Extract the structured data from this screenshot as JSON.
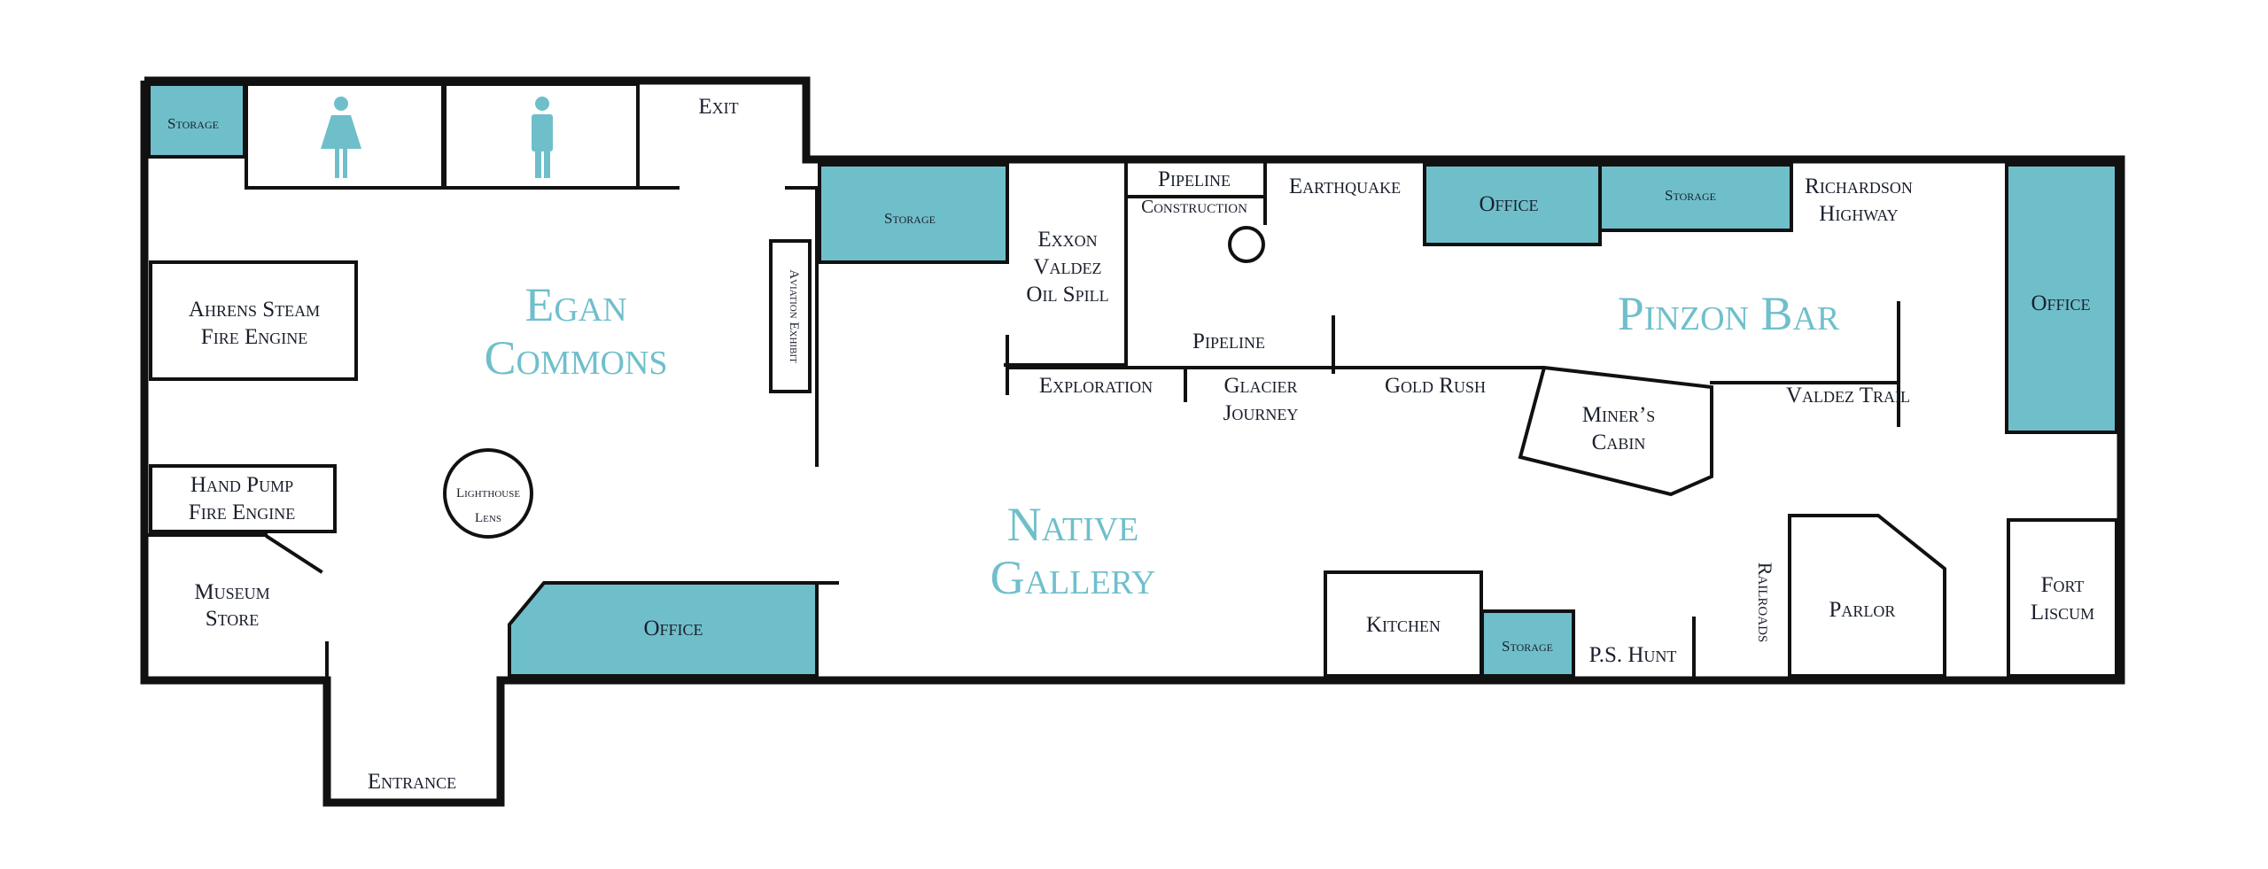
{
  "colors": {
    "accent_teal": "#6fbfcb",
    "wall": "#111111",
    "text": "#1a1f2b",
    "background": "#ffffff"
  },
  "icons": [
    "women-restroom-icon",
    "men-restroom-icon"
  ],
  "labels": {
    "storage_1": "Storage",
    "exit": "Exit",
    "storage_2": "Storage",
    "pipeline_construction_1": "Pipeline",
    "pipeline_construction_2": "Construction",
    "earthquake": "Earthquake",
    "office_1": "Office",
    "storage_3": "Storage",
    "richardson_1": "Richardson",
    "richardson_2": "Highway",
    "office_2": "Office",
    "exxon_1": "Exxon",
    "exxon_2": "Valdez",
    "exxon_3": "Oil Spill",
    "aviation_exhibit": "Aviation Exhibit",
    "egan_1": "Egan",
    "egan_2": "Commons",
    "pinzon_bar": "Pinzon Bar",
    "ahrens_1": "Ahrens Steam",
    "ahrens_2": "Fire Engine",
    "pipeline": "Pipeline",
    "exploration": "Exploration",
    "glacier_1": "Glacier",
    "glacier_2": "Journey",
    "gold_rush": "Gold Rush",
    "miners_1": "Miner’s",
    "miners_2": "Cabin",
    "valdez_trail": "Valdez Trail",
    "hand_pump_1": "Hand Pump",
    "hand_pump_2": "Fire Engine",
    "lighthouse_1": "Lighthouse",
    "lighthouse_2": "Lens",
    "native_1": "Native",
    "native_2": "Gallery",
    "museum_store_1": "Museum",
    "museum_store_2": "Store",
    "office_3": "Office",
    "kitchen": "Kitchen",
    "storage_4": "Storage",
    "ps_hunt": "P.S. Hunt",
    "railroads": "Railroads",
    "parlor": "Parlor",
    "fort_liscum_1": "Fort",
    "fort_liscum_2": "Liscum",
    "entrance": "Entrance"
  }
}
